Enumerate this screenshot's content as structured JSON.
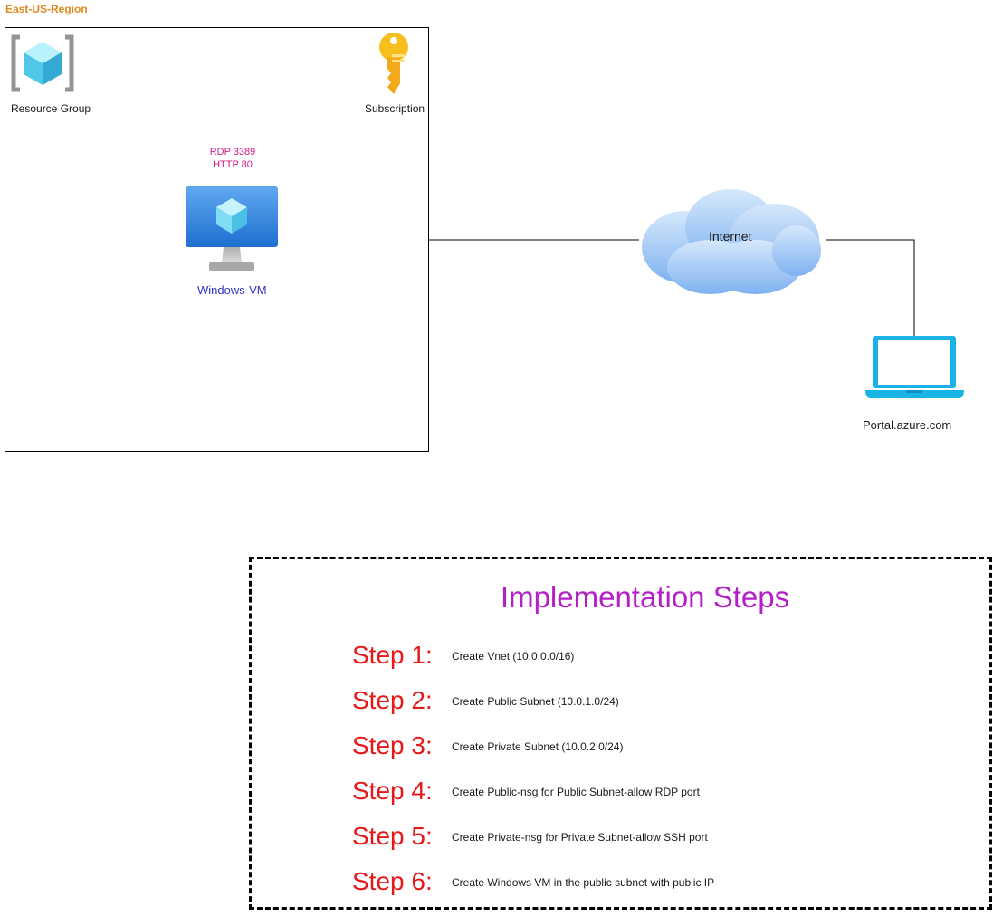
{
  "region": {
    "label": "East-US-Region"
  },
  "resource_group": {
    "label": "Resource Group",
    "icon": "resource-group-icon"
  },
  "subscription": {
    "label": "Subscription",
    "icon": "key-icon"
  },
  "vm": {
    "ports": [
      "RDP 3389",
      "HTTP 80"
    ],
    "label": "Windows-VM",
    "icon": "virtual-machine-icon"
  },
  "internet": {
    "label": "Internet",
    "icon": "cloud-icon"
  },
  "portal": {
    "label": "Portal.azure.com",
    "icon": "laptop-icon"
  },
  "steps_panel": {
    "title": "Implementation Steps",
    "steps": [
      {
        "num": "Step 1:",
        "text": "Create Vnet (10.0.0.0/16)"
      },
      {
        "num": "Step 2:",
        "text": "Create Public Subnet (10.0.1.0/24)"
      },
      {
        "num": "Step 3:",
        "text": "Create Private Subnet (10.0.2.0/24)"
      },
      {
        "num": "Step 4:",
        "text": "Create Public-nsg for Public Subnet-allow RDP port"
      },
      {
        "num": "Step 5:",
        "text": "Create Private-nsg for Private Subnet-allow SSH port"
      },
      {
        "num": "Step 6:",
        "text": "Create Windows VM in the public subnet with public IP"
      }
    ]
  },
  "colors": {
    "region_label": "#e08a1e",
    "ports": "#d6198a",
    "vm_label": "#3333cc",
    "steps_title": "#b41fc8",
    "step_num": "#e5181a"
  }
}
